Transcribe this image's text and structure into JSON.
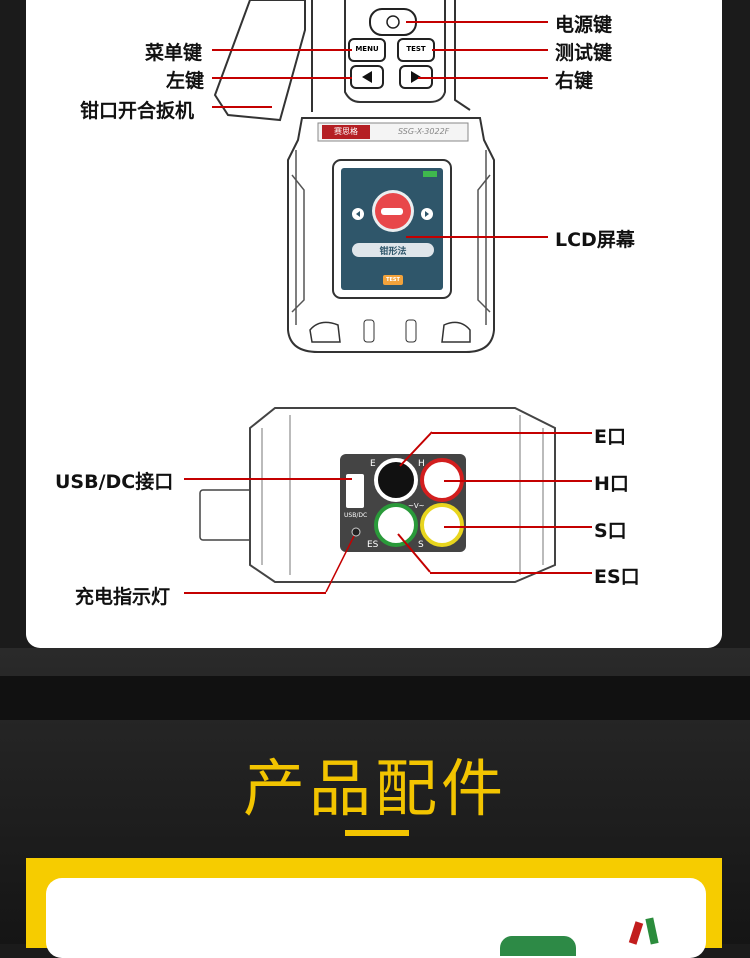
{
  "device": {
    "brand": "赛思格",
    "model": "SSG-X-3022F",
    "buttons": {
      "menu": "MENU",
      "test": "TEST"
    },
    "screen": {
      "mode_label": "钳形法",
      "test_badge": "TEST"
    },
    "ports": {
      "e": "E",
      "h": "H",
      "s": "S",
      "es": "ES",
      "usb_dc": "USB/DC",
      "vw": "~V~"
    }
  },
  "labels": {
    "power_key": "电源键",
    "menu_key": "菜单键",
    "test_key": "测试键",
    "left_key": "左键",
    "right_key": "右键",
    "trigger": "钳口开合扳机",
    "lcd": "LCD屏幕",
    "e_port": "E口",
    "h_port": "H口",
    "s_port": "S口",
    "es_port": "ES口",
    "usb_port": "USB/DC接口",
    "charge_led": "充电指示灯"
  },
  "section": {
    "title": "产品配件"
  },
  "colors": {
    "accent": "#f2c400",
    "pointer": "#c40000",
    "screen": "#2f566a"
  }
}
